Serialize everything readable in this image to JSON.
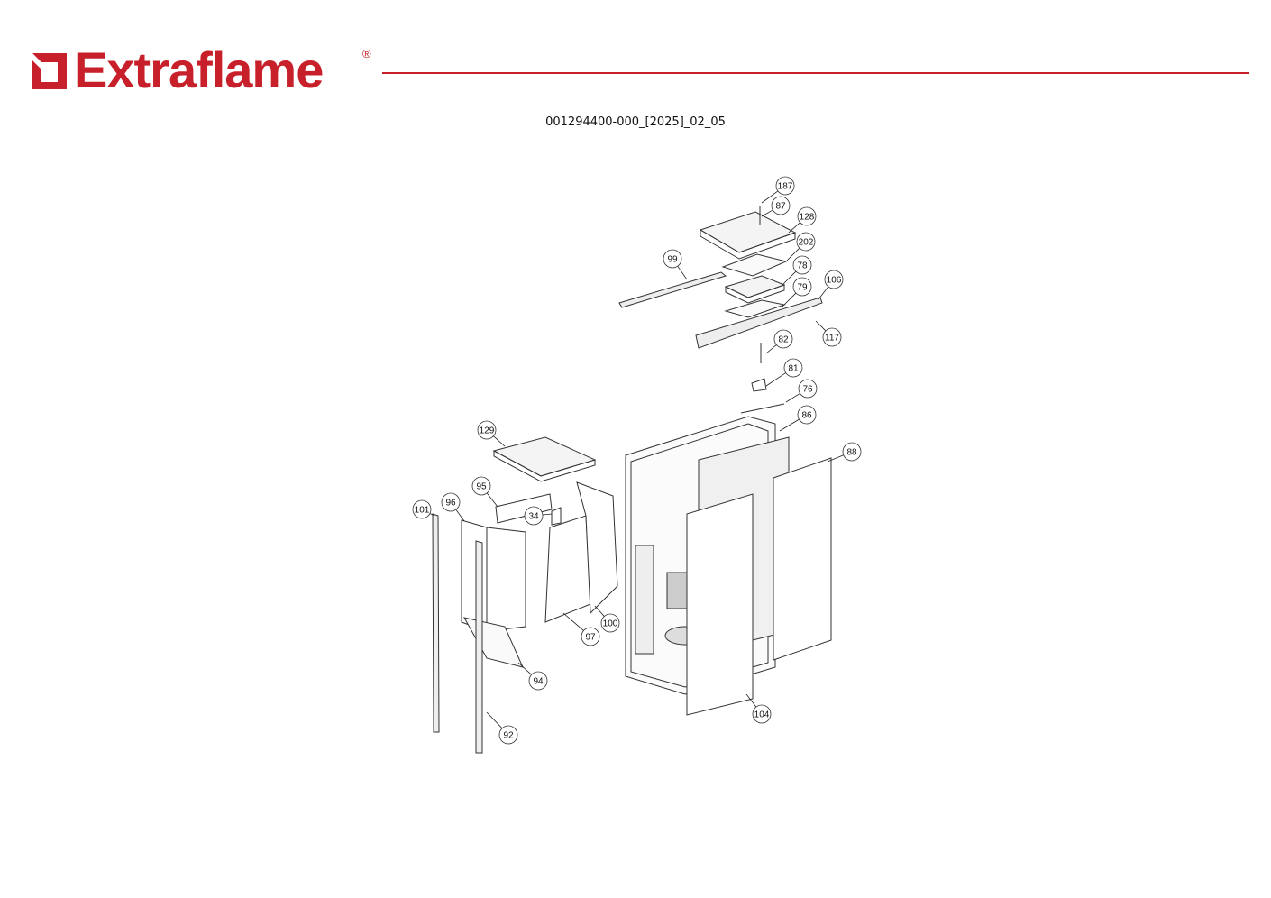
{
  "header": {
    "brand": "Extraflame",
    "registered_mark": "®",
    "brand_color": "#c8202a"
  },
  "document": {
    "code": "001294400-000_[2025]_02_05"
  },
  "diagram": {
    "type": "exploded-parts-view",
    "part_numbers": [
      "187",
      "87",
      "128",
      "202",
      "99",
      "78",
      "106",
      "79",
      "117",
      "82",
      "81",
      "76",
      "86",
      "88",
      "129",
      "95",
      "96",
      "101",
      "34",
      "100",
      "97",
      "94",
      "92",
      "104"
    ]
  }
}
